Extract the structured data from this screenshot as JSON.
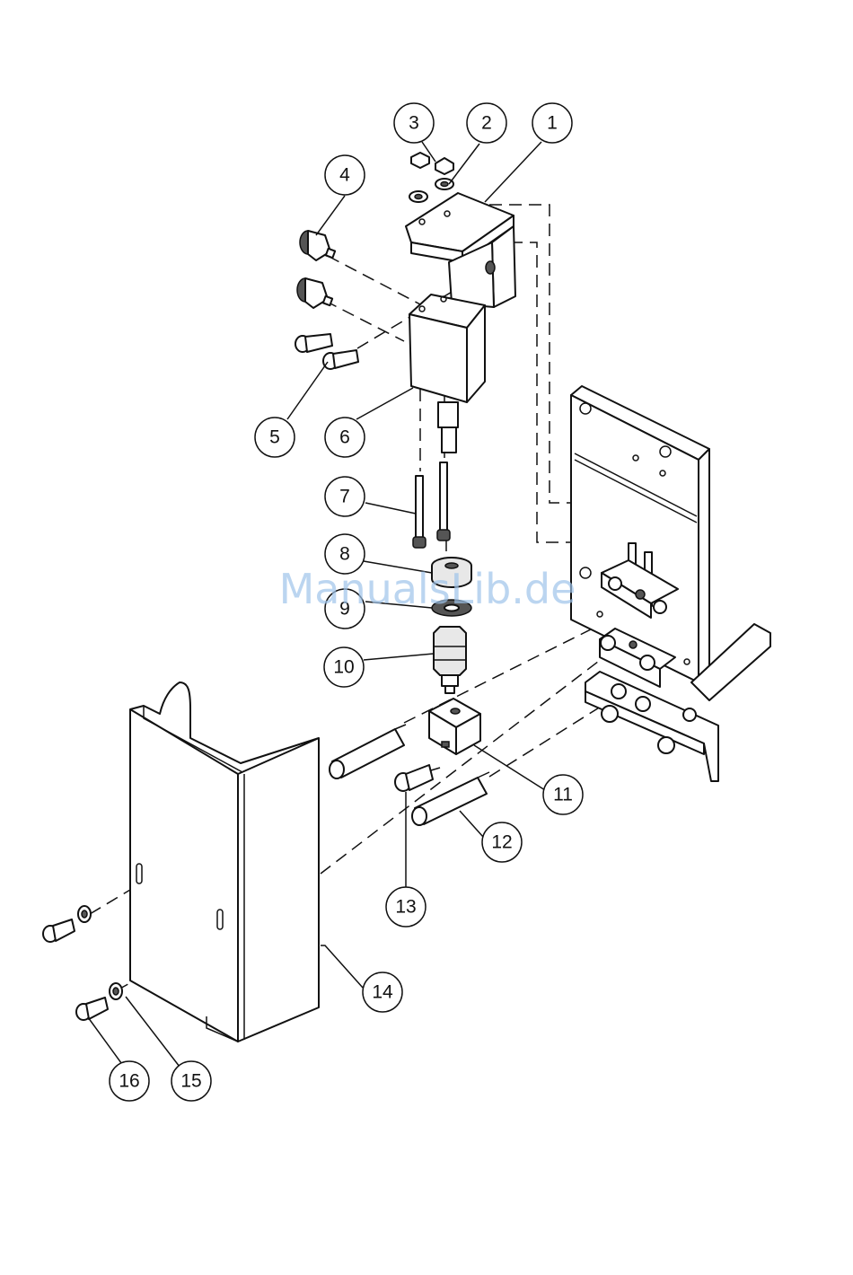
{
  "watermark": "ManualsLib.de",
  "callouts": [
    {
      "id": "1",
      "label": "1"
    },
    {
      "id": "2",
      "label": "2"
    },
    {
      "id": "3",
      "label": "3"
    },
    {
      "id": "4",
      "label": "4"
    },
    {
      "id": "5",
      "label": "5"
    },
    {
      "id": "6",
      "label": "6"
    },
    {
      "id": "7",
      "label": "7"
    },
    {
      "id": "8",
      "label": "8"
    },
    {
      "id": "9",
      "label": "9"
    },
    {
      "id": "10",
      "label": "10"
    },
    {
      "id": "11",
      "label": "11"
    },
    {
      "id": "12",
      "label": "12"
    },
    {
      "id": "13",
      "label": "13"
    },
    {
      "id": "14",
      "label": "14"
    },
    {
      "id": "15",
      "label": "15"
    },
    {
      "id": "16",
      "label": "16"
    }
  ],
  "colors": {
    "line": "#111111",
    "watermark": "#9ec3ea",
    "background": "#ffffff"
  }
}
